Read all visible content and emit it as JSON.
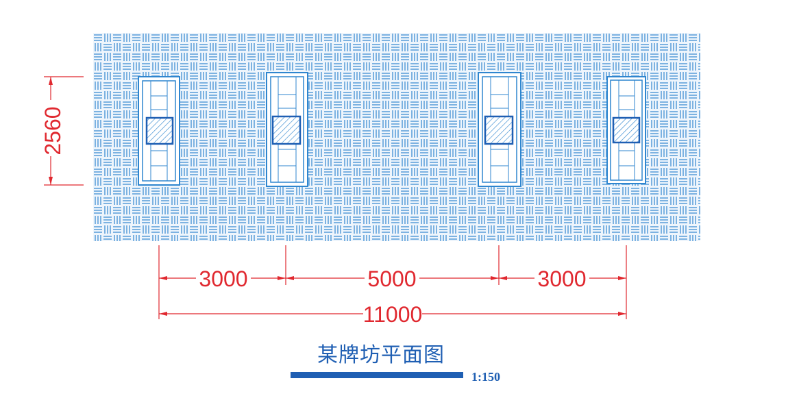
{
  "drawing": {
    "title": "某牌坊平面图",
    "scale": "1:150",
    "colors": {
      "hatch": "#2f86cf",
      "hatch_bg": "#eef5fc",
      "dimension": "#e0282f",
      "title": "#1f5fb3",
      "column_fill": "#ffffff"
    },
    "dimensions": {
      "depth": "2560",
      "spans": [
        "3000",
        "5000",
        "3000"
      ],
      "total": "11000"
    },
    "columns": [
      "column-1",
      "column-2",
      "column-3",
      "column-4"
    ]
  }
}
